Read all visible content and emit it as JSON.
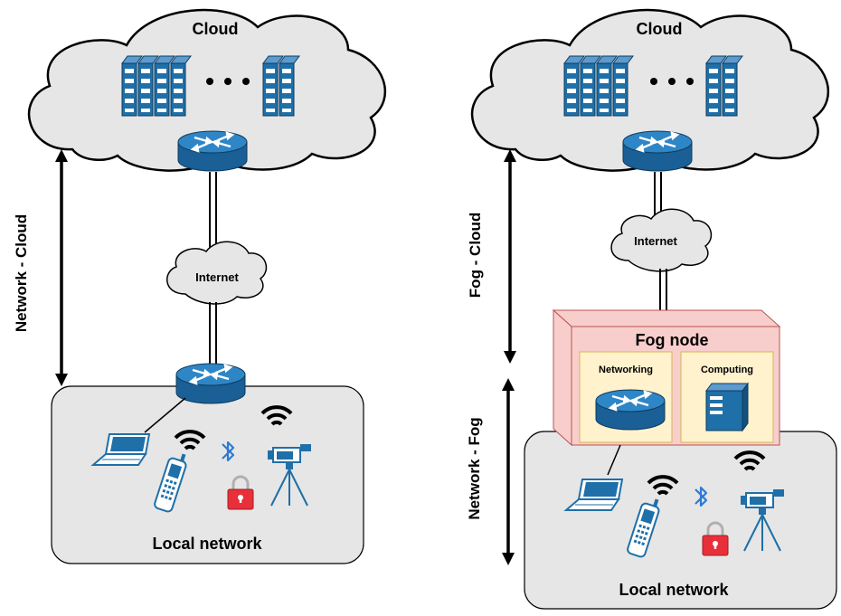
{
  "left": {
    "cloud_label": "Cloud",
    "internet_label": "Internet",
    "local_label": "Local network",
    "arrow_label": "Network - Cloud"
  },
  "right": {
    "cloud_label": "Cloud",
    "internet_label": "Internet",
    "local_label": "Local network",
    "fog_title": "Fog node",
    "networking_label": "Networking",
    "computing_label": "Computing",
    "arrow_top_label": "Fog - Cloud",
    "arrow_bottom_label": "Network - Fog"
  },
  "colors": {
    "cloud_fill": "#e6e6e6",
    "local_fill": "#e6e6e6",
    "device_blue": "#1f6fa8",
    "fog_fill": "#f8cecc",
    "fog_stroke": "#b85450",
    "fog_box_fill": "#fff2cc",
    "fog_box_stroke": "#d6b656",
    "lock_red": "#e8303a",
    "bluetooth": "#2c7ad6"
  }
}
